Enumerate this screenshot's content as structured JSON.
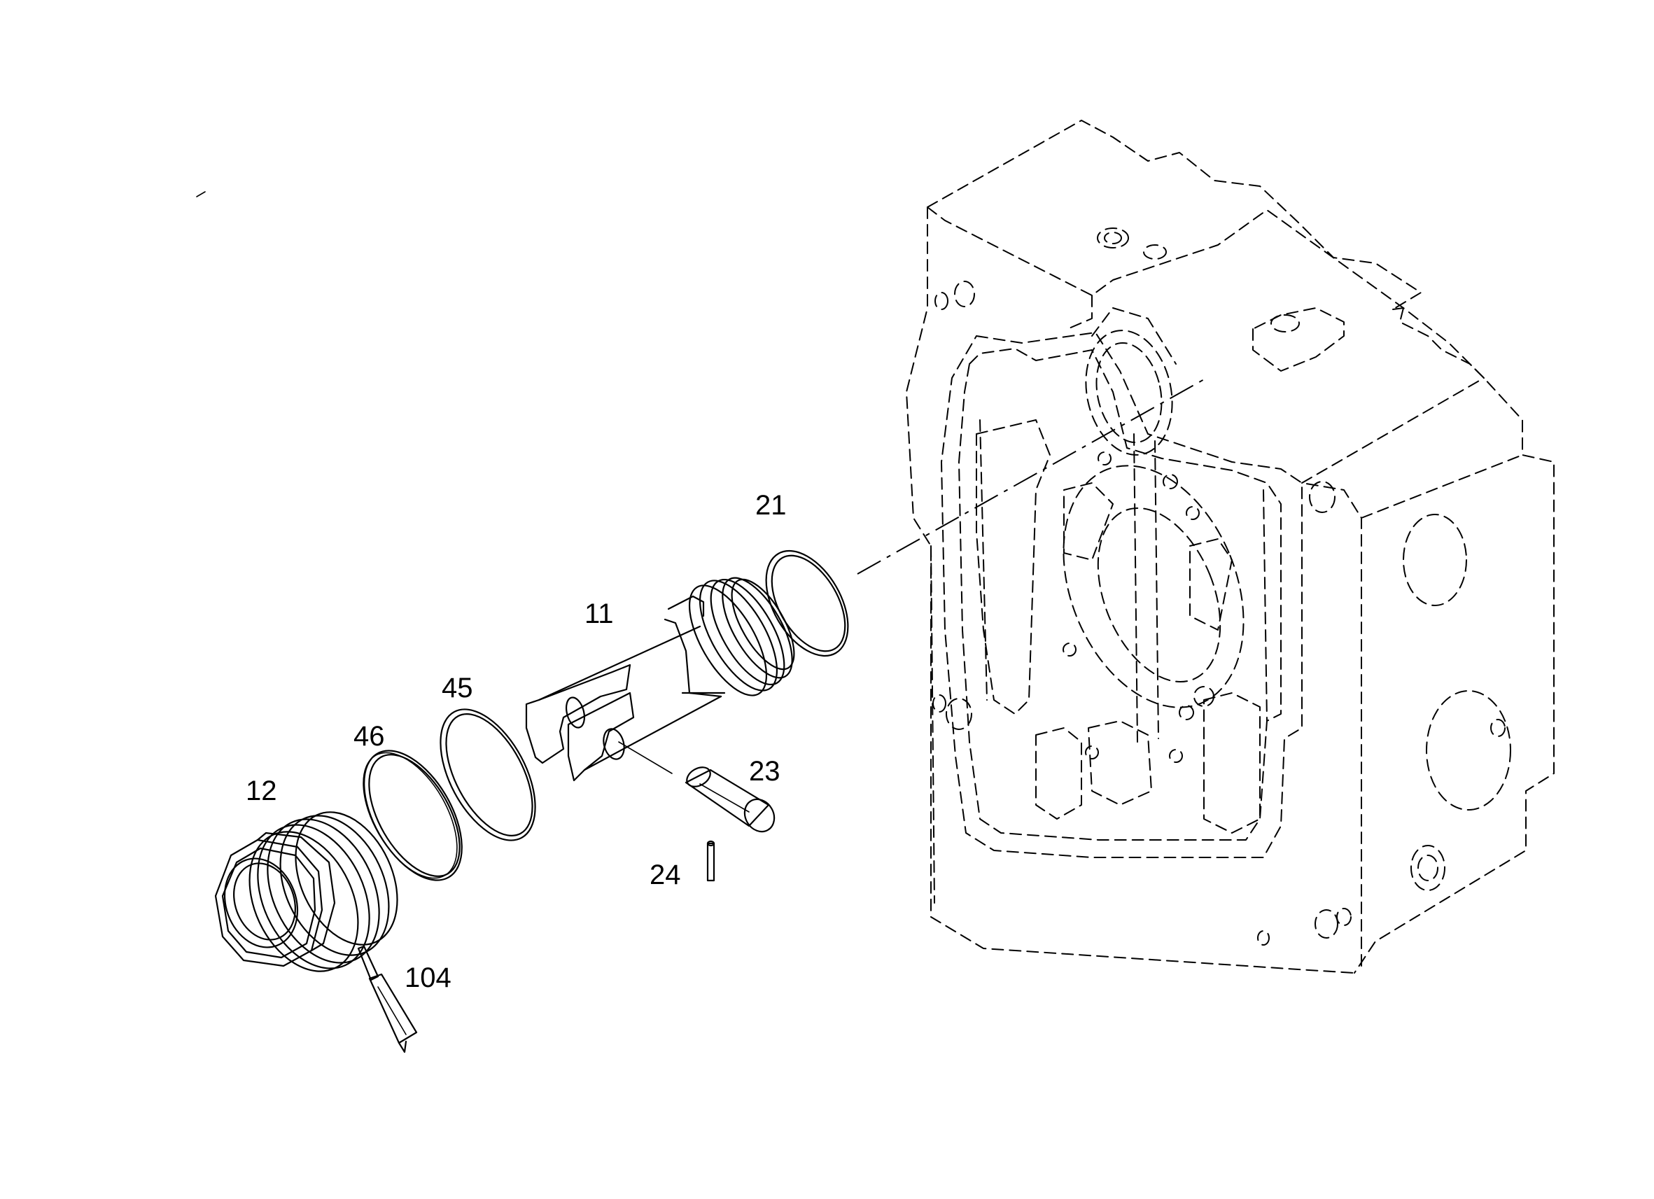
{
  "callouts": [
    {
      "id": "21",
      "label": "21"
    },
    {
      "id": "11",
      "label": "11"
    },
    {
      "id": "45",
      "label": "45"
    },
    {
      "id": "46",
      "label": "46"
    },
    {
      "id": "12",
      "label": "12"
    },
    {
      "id": "23",
      "label": "23"
    },
    {
      "id": "24",
      "label": "24"
    },
    {
      "id": "104",
      "label": "104"
    }
  ],
  "colors": {
    "line": "#000000",
    "background": "#ffffff"
  }
}
